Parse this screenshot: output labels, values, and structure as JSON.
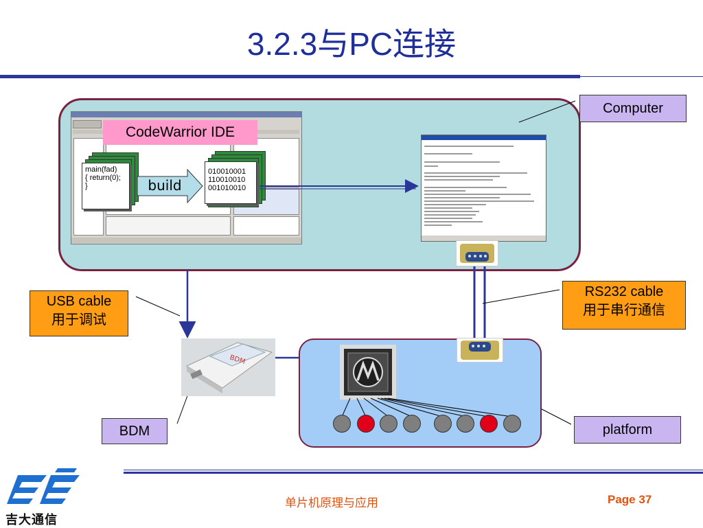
{
  "slide": {
    "title": "3.2.3与PC连接"
  },
  "labels": {
    "computer": "Computer",
    "ide": "CodeWarrior IDE",
    "build": "build",
    "usb_line1": "USB cable",
    "usb_line2": "用于调试",
    "rs232_line1": "RS232 cable",
    "rs232_line2": "用于串行通信",
    "bdm": "BDM",
    "platform": "platform"
  },
  "source_code": {
    "line1": "main(fad)",
    "line2": "{ return(0);",
    "line3": "}"
  },
  "binary_code": {
    "line1": "010010001",
    "line2": "110010010",
    "line3": "001010010"
  },
  "leds": [
    "#7f7f7f",
    "#e0001a",
    "#7f7f7f",
    "#7f7f7f",
    "#7f7f7f",
    "#7f7f7f",
    "#e0001a",
    "#7f7f7f"
  ],
  "footer": {
    "course": "单片机原理与应用",
    "page_label": "Page",
    "page_number": "37",
    "logo_text": "吉大通信"
  },
  "colors": {
    "title": "#1f2f9a",
    "computer_panel": "#b3dce0",
    "platform_panel": "#a3cdf7",
    "panel_border": "#7a2040",
    "label_purple": "#c9b6f0",
    "label_orange": "#ff9e14",
    "arrow": "#2a3799"
  }
}
